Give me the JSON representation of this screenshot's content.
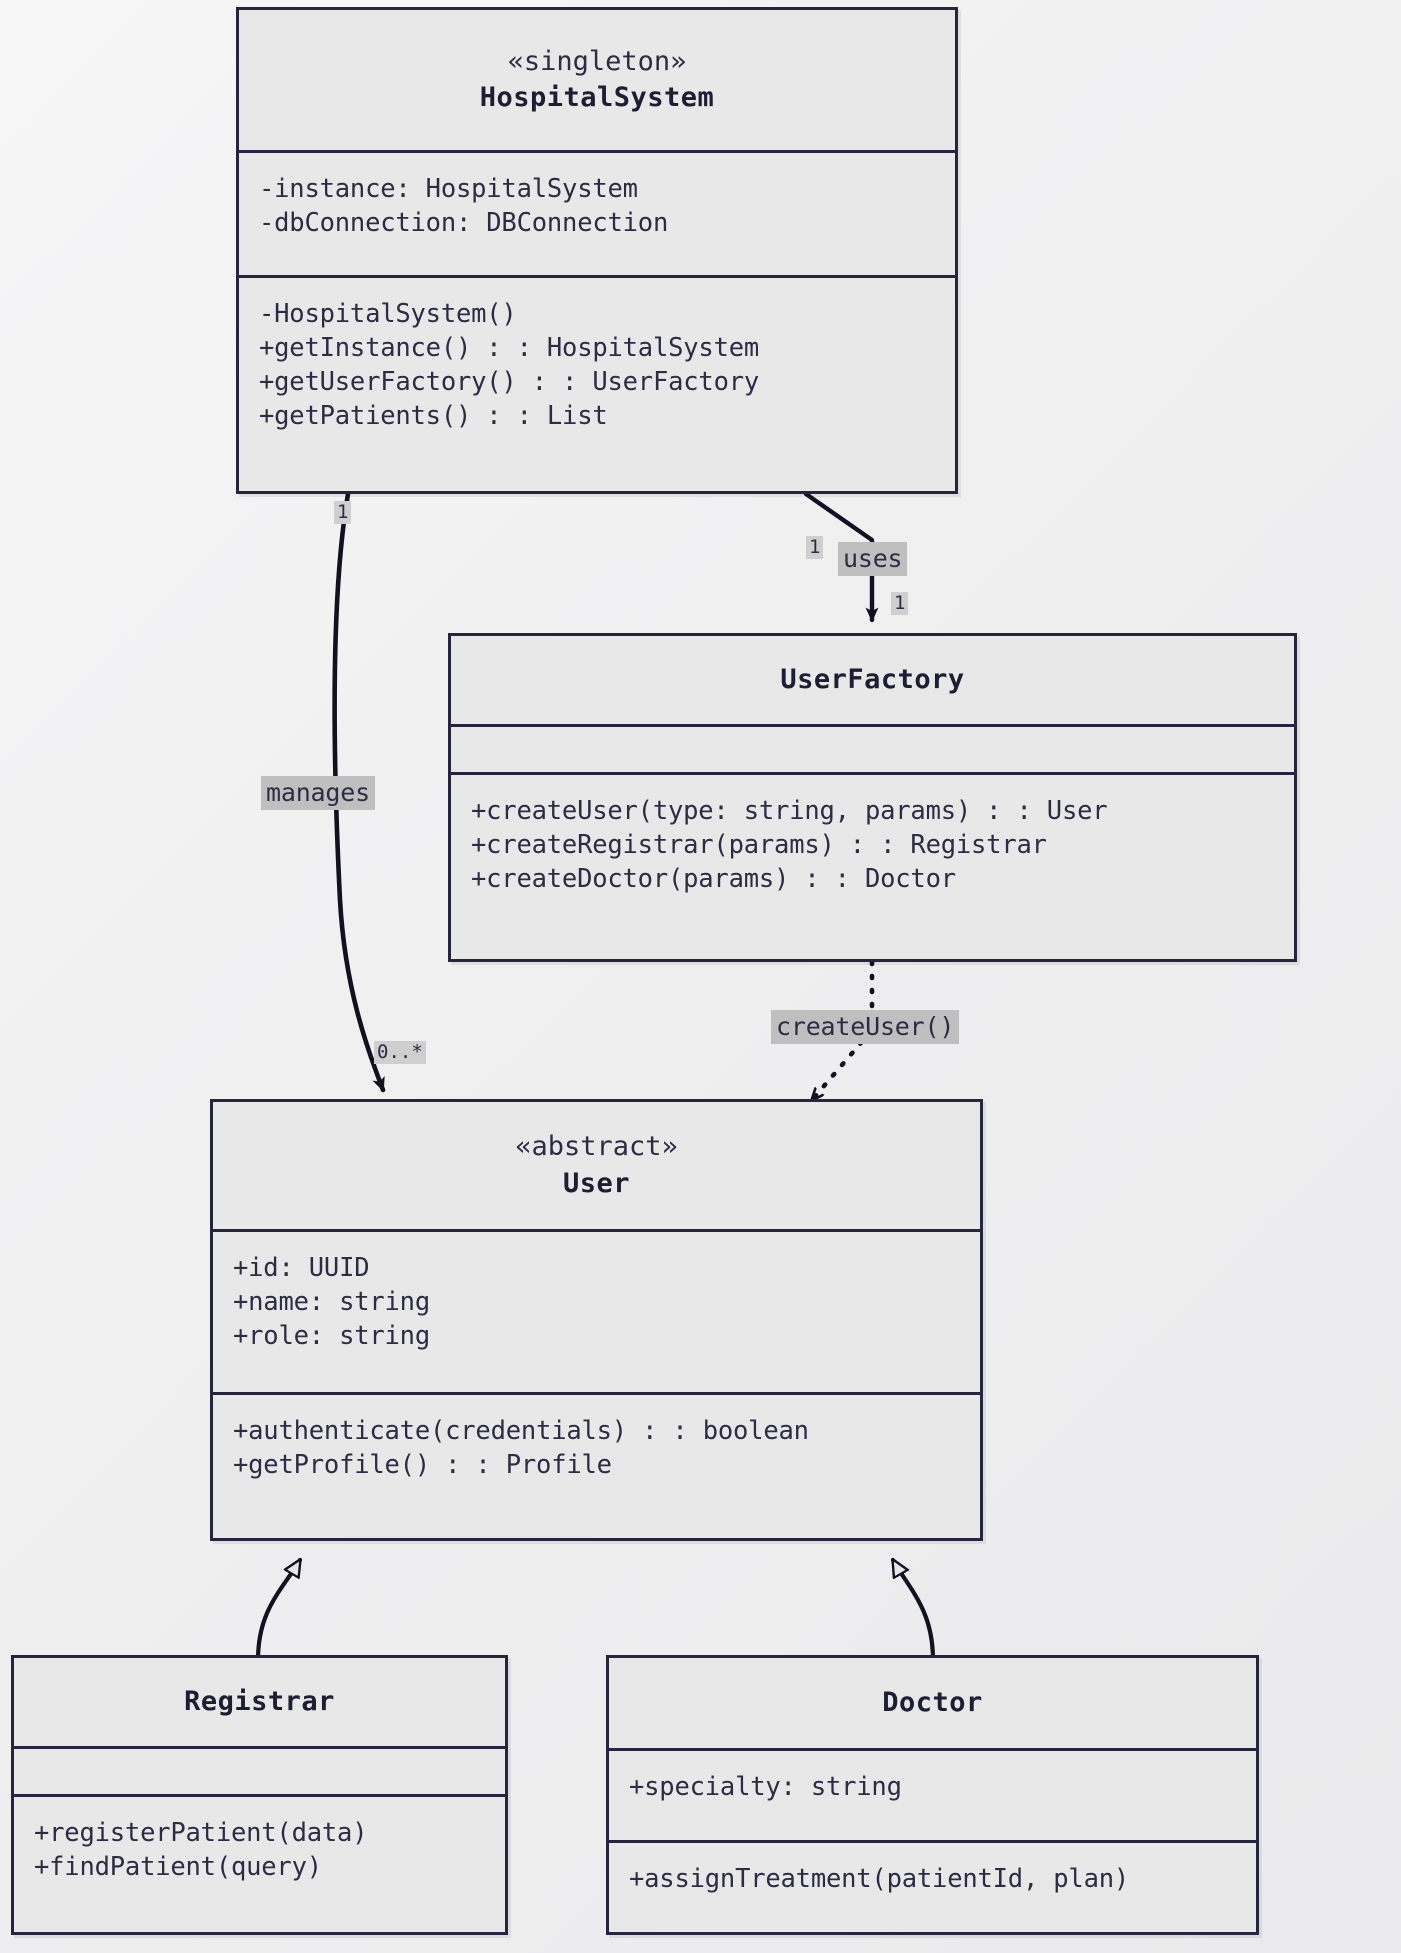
{
  "diagram": {
    "kind": "uml-class-diagram",
    "title": "Hospital System UML Class Diagram",
    "colors": {
      "background": "#f0f0f0",
      "box_fill": "#e8e8e8",
      "stroke": "#252540",
      "text": "#2c2c45",
      "label_highlight": "#bfbfbf",
      "multiplicity_highlight": "#cfcfcf"
    }
  },
  "classes": {
    "hospital_system": {
      "stereotype": "«singleton»",
      "name": "HospitalSystem",
      "attributes": [
        "-instance: HospitalSystem",
        "-dbConnection: DBConnection"
      ],
      "methods": [
        "-HospitalSystem()",
        "+getInstance() : : HospitalSystem",
        "+getUserFactory() : : UserFactory",
        "+getPatients() : : List"
      ]
    },
    "user_factory": {
      "stereotype": "",
      "name": "UserFactory",
      "attributes": [],
      "methods": [
        "+createUser(type: string, params) : : User",
        "+createRegistrar(params) : : Registrar",
        "+createDoctor(params) : : Doctor"
      ]
    },
    "user": {
      "stereotype": "«abstract»",
      "name": "User",
      "attributes": [
        "+id: UUID",
        "+name: string",
        "+role: string"
      ],
      "methods": [
        "+authenticate(credentials) : : boolean",
        "+getProfile() : : Profile"
      ]
    },
    "registrar": {
      "stereotype": "",
      "name": "Registrar",
      "attributes": [],
      "methods": [
        "+registerPatient(data)",
        "+findPatient(query)"
      ]
    },
    "doctor": {
      "stereotype": "",
      "name": "Doctor",
      "attributes": [
        "+specialty: string"
      ],
      "methods": [
        "+assignTreatment(patientId, plan)"
      ]
    }
  },
  "relationships": [
    {
      "id": "uses",
      "from": "HospitalSystem",
      "to": "UserFactory",
      "type": "association",
      "label": "uses",
      "source_multiplicity": "1",
      "target_multiplicity": "1"
    },
    {
      "id": "manages",
      "from": "HospitalSystem",
      "to": "User",
      "type": "association",
      "label": "manages",
      "source_multiplicity": "1",
      "target_multiplicity": "0..*"
    },
    {
      "id": "creates",
      "from": "UserFactory",
      "to": "User",
      "type": "dependency",
      "label": "createUser()",
      "source_multiplicity": "",
      "target_multiplicity": ""
    },
    {
      "id": "registrar-inherits-user",
      "from": "Registrar",
      "to": "User",
      "type": "generalization",
      "label": "",
      "source_multiplicity": "",
      "target_multiplicity": ""
    },
    {
      "id": "doctor-inherits-user",
      "from": "Doctor",
      "to": "User",
      "type": "generalization",
      "label": "",
      "source_multiplicity": "",
      "target_multiplicity": ""
    }
  ]
}
